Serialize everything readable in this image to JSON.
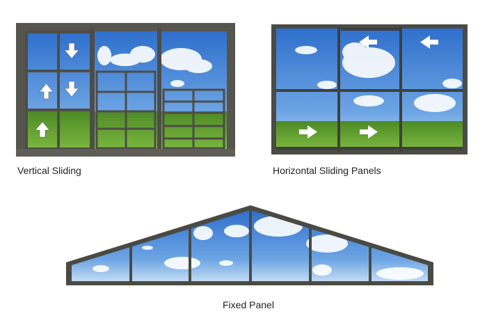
{
  "panels": [
    {
      "id": "vertical",
      "label": "Vertical Sliding",
      "arrows": [
        "down",
        "up",
        "down",
        "up"
      ]
    },
    {
      "id": "horizontal",
      "label": "Horizontal Sliding Panels",
      "arrows": [
        "left",
        "left",
        "right",
        "right"
      ]
    },
    {
      "id": "fixed",
      "label": "Fixed Panel"
    }
  ],
  "colors": {
    "frame": "#4a4a44",
    "sky_top": "#2f74d0",
    "sky_bottom": "#b7d3ef",
    "grass": "#5c9a2c"
  }
}
